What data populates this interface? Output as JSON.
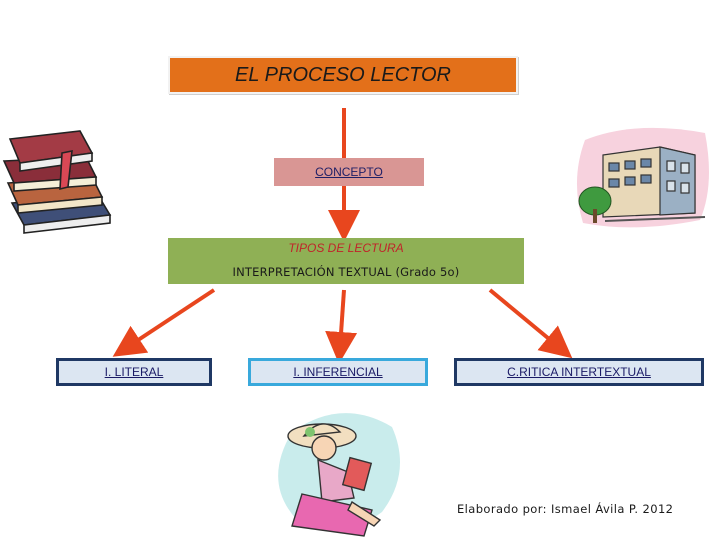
{
  "title": "EL PROCESO LECTOR",
  "concept": "CONCEPTO",
  "types": {
    "title": "TIPOS DE LECTURA",
    "subtitle": "INTERPRETACIÓN TEXTUAL (Grado 5o)"
  },
  "levels": [
    {
      "label": "I. LITERAL"
    },
    {
      "label": "I.  INFERENCIAL"
    },
    {
      "label": "C.RITICA  INTERTEXTUAL"
    }
  ],
  "credit": "Elaborado por: Ismael Ávila P. 2012",
  "colors": {
    "title_bg": "#e3701a",
    "concept_bg": "#d99694",
    "types_bg": "#8fb055",
    "level_bg": "#dce6f2",
    "arrow": "#e8461e",
    "level_border_dark": "#1f3864",
    "level_border_light": "#39a9dc"
  },
  "icons": [
    "books-icon",
    "school-building-icon",
    "reading-woman-icon"
  ]
}
